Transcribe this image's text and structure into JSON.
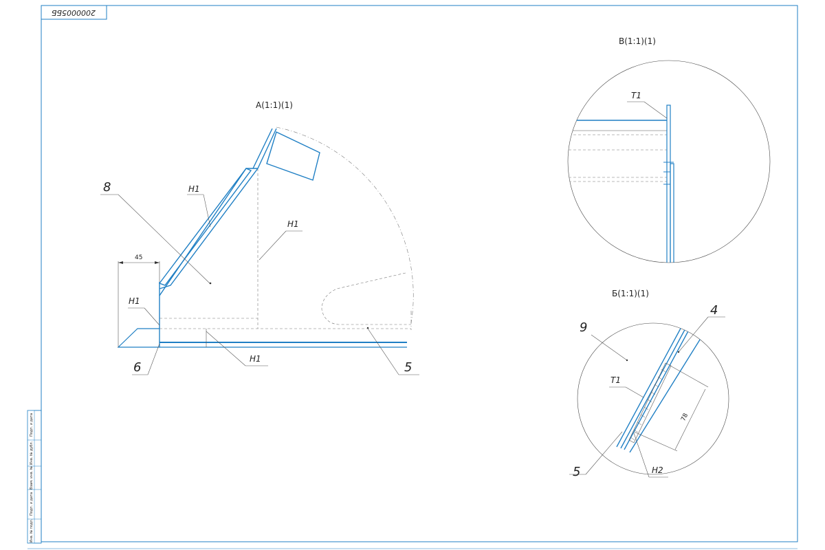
{
  "frame": {
    "code": "2000005ББ",
    "side_cells": [
      "Подп. и дата",
      "Инв. № дубл.",
      "Взам. инв. №",
      "Подп. и дата",
      "Инв. № подл."
    ]
  },
  "views": {
    "a": {
      "title": "А(1:1)(1)",
      "dim": "45",
      "labels": {
        "part8": "8",
        "part6": "6",
        "part5": "5",
        "weld_top": "Н1",
        "weld_mid": "Н1",
        "weld_left": "Н1",
        "weld_bottom": "Н1"
      }
    },
    "v": {
      "title": "В(1:1)(1)",
      "labels": {
        "t1": "Т1"
      }
    },
    "b": {
      "title": "Б(1:1)(1)",
      "dim": "78",
      "labels": {
        "part9": "9",
        "part4": "4",
        "part5": "5",
        "t1": "Т1",
        "h2": "Н2"
      }
    }
  },
  "colors": {
    "outline": "#1f7fc4",
    "thin": "#555555"
  }
}
